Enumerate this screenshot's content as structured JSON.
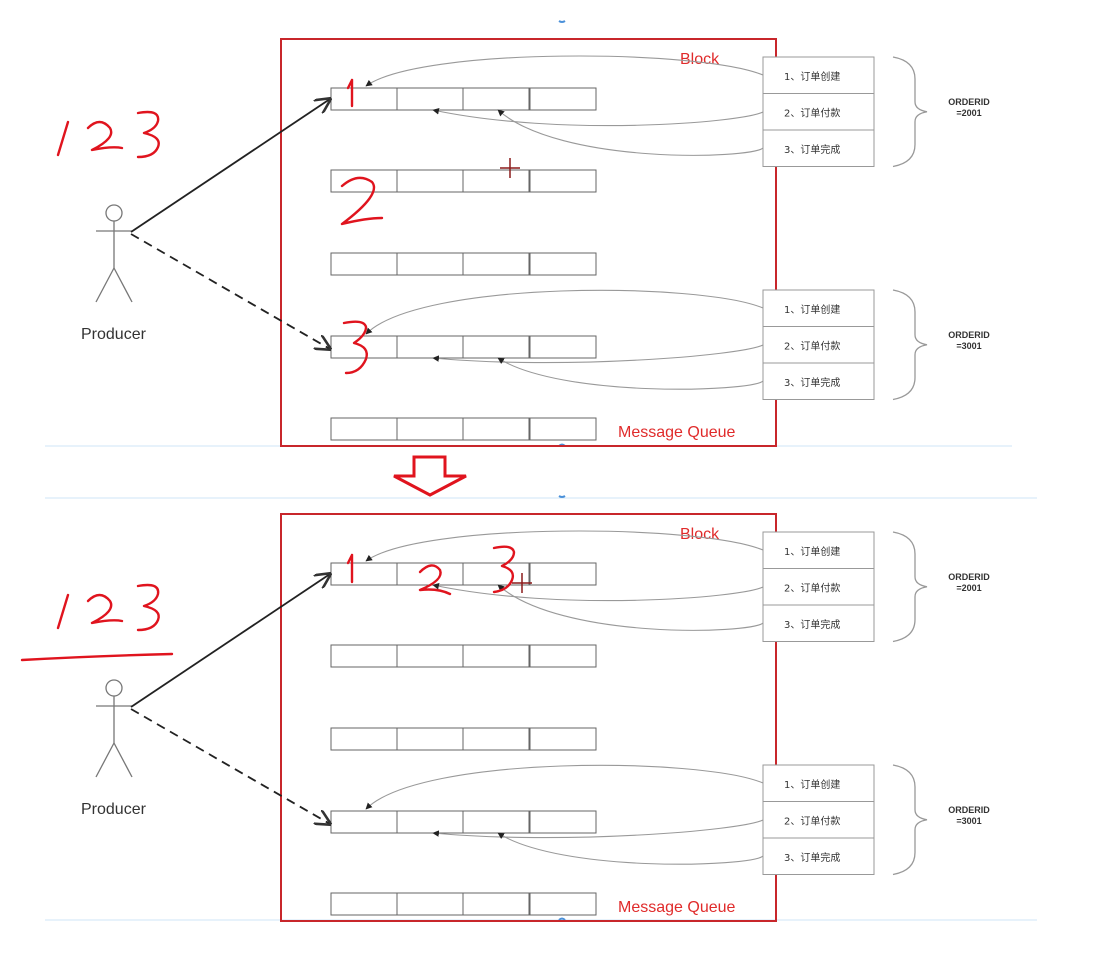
{
  "colors": {
    "frame": "#c8262b",
    "handwriting": "#e0141e",
    "arrow": "#333333",
    "queue_cell": "#666666",
    "step_box": "#999999",
    "divider": "#cfe6f7"
  },
  "panels": [
    {
      "block_label": "Block",
      "queue_label": "Message Queue",
      "producer_label": "Producer",
      "handwriting": {
        "left": "123",
        "queue1": "1",
        "queue2": "2",
        "queue4": "3"
      },
      "groups": [
        {
          "steps": [
            "1、订单创建",
            "2、订单付款",
            "3、订单完成"
          ],
          "orderid": [
            "ORDERID",
            "=2001"
          ]
        },
        {
          "steps": [
            "1、订单创建",
            "2、订单付款",
            "3、订单完成"
          ],
          "orderid": [
            "ORDERID",
            "=3001"
          ]
        }
      ]
    },
    {
      "block_label": "Block",
      "queue_label": "Message Queue",
      "producer_label": "Producer",
      "handwriting": {
        "left": "123",
        "queue1": "1 2 3"
      },
      "groups": [
        {
          "steps": [
            "1、订单创建",
            "2、订单付款",
            "3、订单完成"
          ],
          "orderid": [
            "ORDERID",
            "=2001"
          ]
        },
        {
          "steps": [
            "1、订单创建",
            "2、订单付款",
            "3、订单完成"
          ],
          "orderid": [
            "ORDERID",
            "=3001"
          ]
        }
      ]
    }
  ],
  "transition_arrow": "down-arrow-icon"
}
